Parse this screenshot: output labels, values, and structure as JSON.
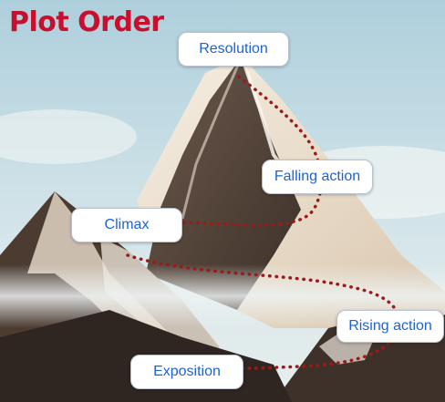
{
  "title": "Plot Order",
  "stages": {
    "resolution": "Resolution",
    "falling_action": "Falling action",
    "climax": "Climax",
    "rising_action": "Rising action",
    "exposition": "Exposition"
  },
  "colors": {
    "title": "#c8102e",
    "label_text": "#1e63d6",
    "path": "#9b1b1b",
    "sky_top": "#b7d3de",
    "sky_bottom": "#dfe9ec",
    "mountain_dark": "#5a4638",
    "snow": "#f4f0e8"
  }
}
